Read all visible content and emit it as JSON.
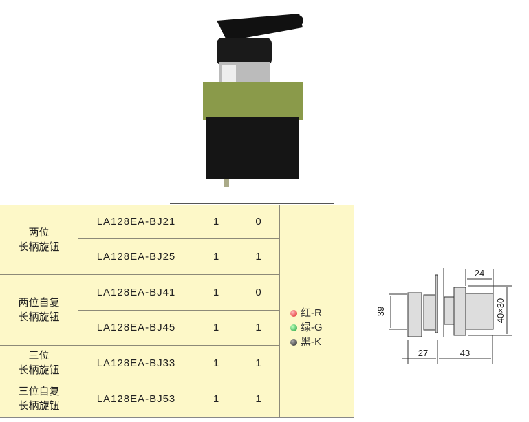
{
  "table": {
    "groups": [
      {
        "label_line1": "两位",
        "label_line2": "长柄旋钮"
      },
      {
        "label_line1": "两位自复",
        "label_line2": "长柄旋钮"
      },
      {
        "label_line1": "三位",
        "label_line2": "长柄旋钮"
      },
      {
        "label_line1": "三位自复",
        "label_line2": "长柄旋钮"
      }
    ],
    "rows": [
      {
        "model": "LA128EA-BJ21",
        "a": "1",
        "b": "0"
      },
      {
        "model": "LA128EA-BJ25",
        "a": "1",
        "b": "1"
      },
      {
        "model": "LA128EA-BJ41",
        "a": "1",
        "b": "0"
      },
      {
        "model": "LA128EA-BJ45",
        "a": "1",
        "b": "1"
      },
      {
        "model": "LA128EA-BJ33",
        "a": "1",
        "b": "1"
      },
      {
        "model": "LA128EA-BJ53",
        "a": "1",
        "b": "1"
      }
    ],
    "colors": [
      {
        "label": "红-R",
        "hex": "#e02020"
      },
      {
        "label": "绿-G",
        "hex": "#1a9a3a"
      },
      {
        "label": "黑-K",
        "hex": "#222222"
      }
    ]
  },
  "dimensions": {
    "d24": "24",
    "d39": "39",
    "d40x30": "40×30",
    "d27": "27",
    "d43": "43"
  }
}
